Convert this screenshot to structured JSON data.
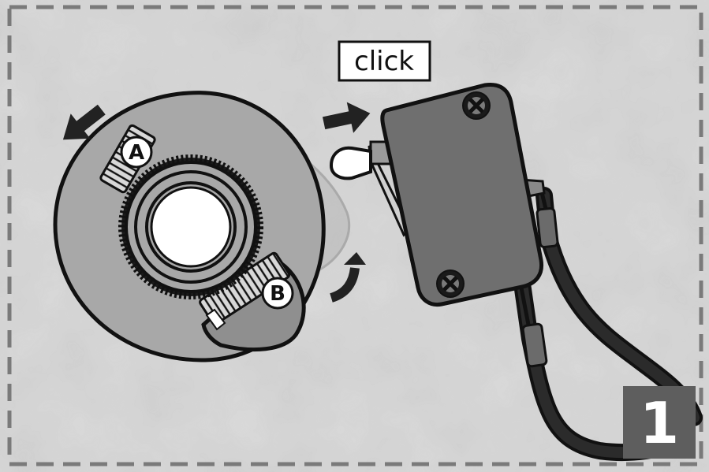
{
  "callout": {
    "text": "click"
  },
  "markers": {
    "a": "A",
    "b": "B"
  },
  "step": {
    "number": "1"
  },
  "colors": {
    "background": "#c9c9c9",
    "border_dash": "#777777",
    "cam": "#a9a9a9",
    "cam_lobe": "#8e8e8e",
    "switch_body": "#6f6f6f",
    "outline": "#111111",
    "step_badge": "#5e5e5e"
  },
  "icons": [
    "arrow-icon",
    "curved-arrow-icon",
    "screw-icon",
    "toothed-ring-icon",
    "wire-icon"
  ]
}
